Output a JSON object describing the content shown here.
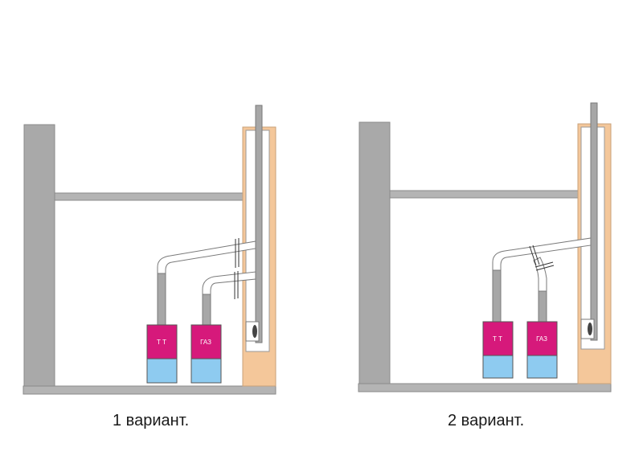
{
  "variants": [
    {
      "caption": "1  вариант.",
      "boilers": [
        {
          "label": "Т Т"
        },
        {
          "label": "ГАЗ"
        }
      ]
    },
    {
      "caption": "2  вариант.",
      "boilers": [
        {
          "label": "Т Т"
        },
        {
          "label": "ГАЗ"
        }
      ]
    }
  ],
  "colors": {
    "wall": "#a9a9a9",
    "wall_stroke": "#8a8a8a",
    "chimney_brick": "#f4c79a",
    "pipe": "#ffffff",
    "pipe_stroke": "#7a7a7a",
    "flue_vertical": "#a7a7a7",
    "boiler_top": "#d6197b",
    "boiler_bottom": "#8ecbf0",
    "slab": "#b4b4b4"
  }
}
